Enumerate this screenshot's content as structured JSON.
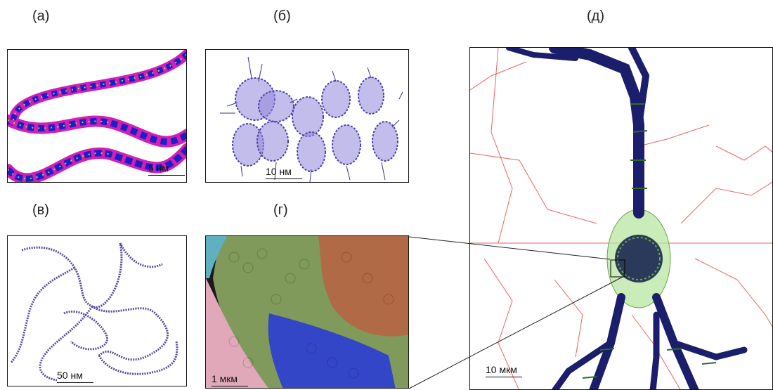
{
  "panels": {
    "a": {
      "label": "(а)",
      "scale": "5 нм"
    },
    "b": {
      "label": "(б)",
      "scale": "10 нм"
    },
    "v": {
      "label": "(в)",
      "scale": "50 нм"
    },
    "g": {
      "label": "(г)",
      "scale": "1 мкм"
    },
    "d": {
      "label": "(д)",
      "scale": "10 мкм"
    }
  },
  "colors": {
    "dna_blue": "#1a1fc8",
    "histone_magenta": "#d21fb4",
    "histone_green": "#9fd64a",
    "nucleosome": "#6a5bc8",
    "fiber": "#5a4aa0",
    "neuron": "#1b1f6b",
    "soma": "#b8e6a0",
    "axon": "#e8302a"
  }
}
